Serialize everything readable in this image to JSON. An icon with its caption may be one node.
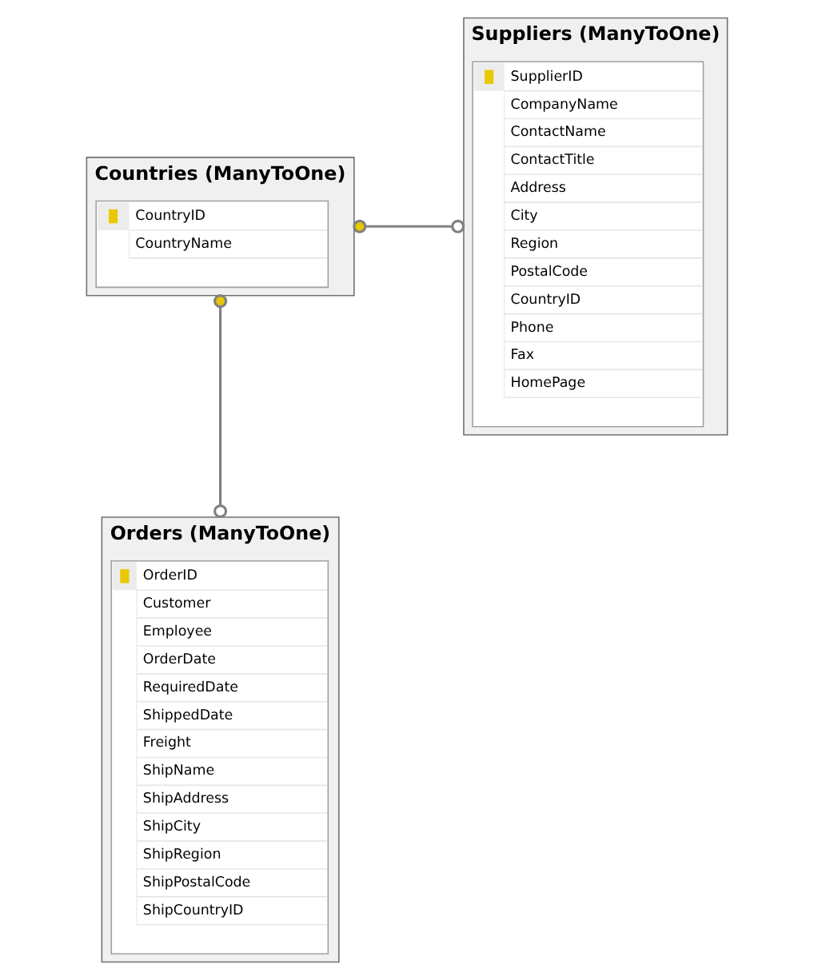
{
  "diagram": {
    "nodes": [
      {
        "text": [
          "Suppliers (ManyToOne)",
          "SupplierID",
          "CompanyName",
          "ContactName",
          "ContactTitle",
          "Address",
          "City",
          "Region",
          "PostalCode",
          "CountryID",
          "Phone",
          "Fax",
          "HomePage"
        ]
      },
      {
        "text": [
          "Countries (ManyToOne)",
          "CountryID",
          "CountryName"
        ]
      },
      {
        "text": [
          "Orders (ManyToOne)",
          "OrderID",
          "Customer",
          "Employee",
          "OrderDate",
          "RequiredDate",
          "ShippedDate",
          "Freight",
          "ShipName",
          "ShipAddress",
          "ShipCity",
          "ShipRegion",
          "ShipPostalCode",
          "ShipCountryID"
        ]
      }
    ],
    "edges": [
      {
        "from": 1,
        "to": 0,
        "arrow": "other"
      },
      {
        "from": 1,
        "to": 2,
        "arrow": "other"
      }
    ]
  }
}
